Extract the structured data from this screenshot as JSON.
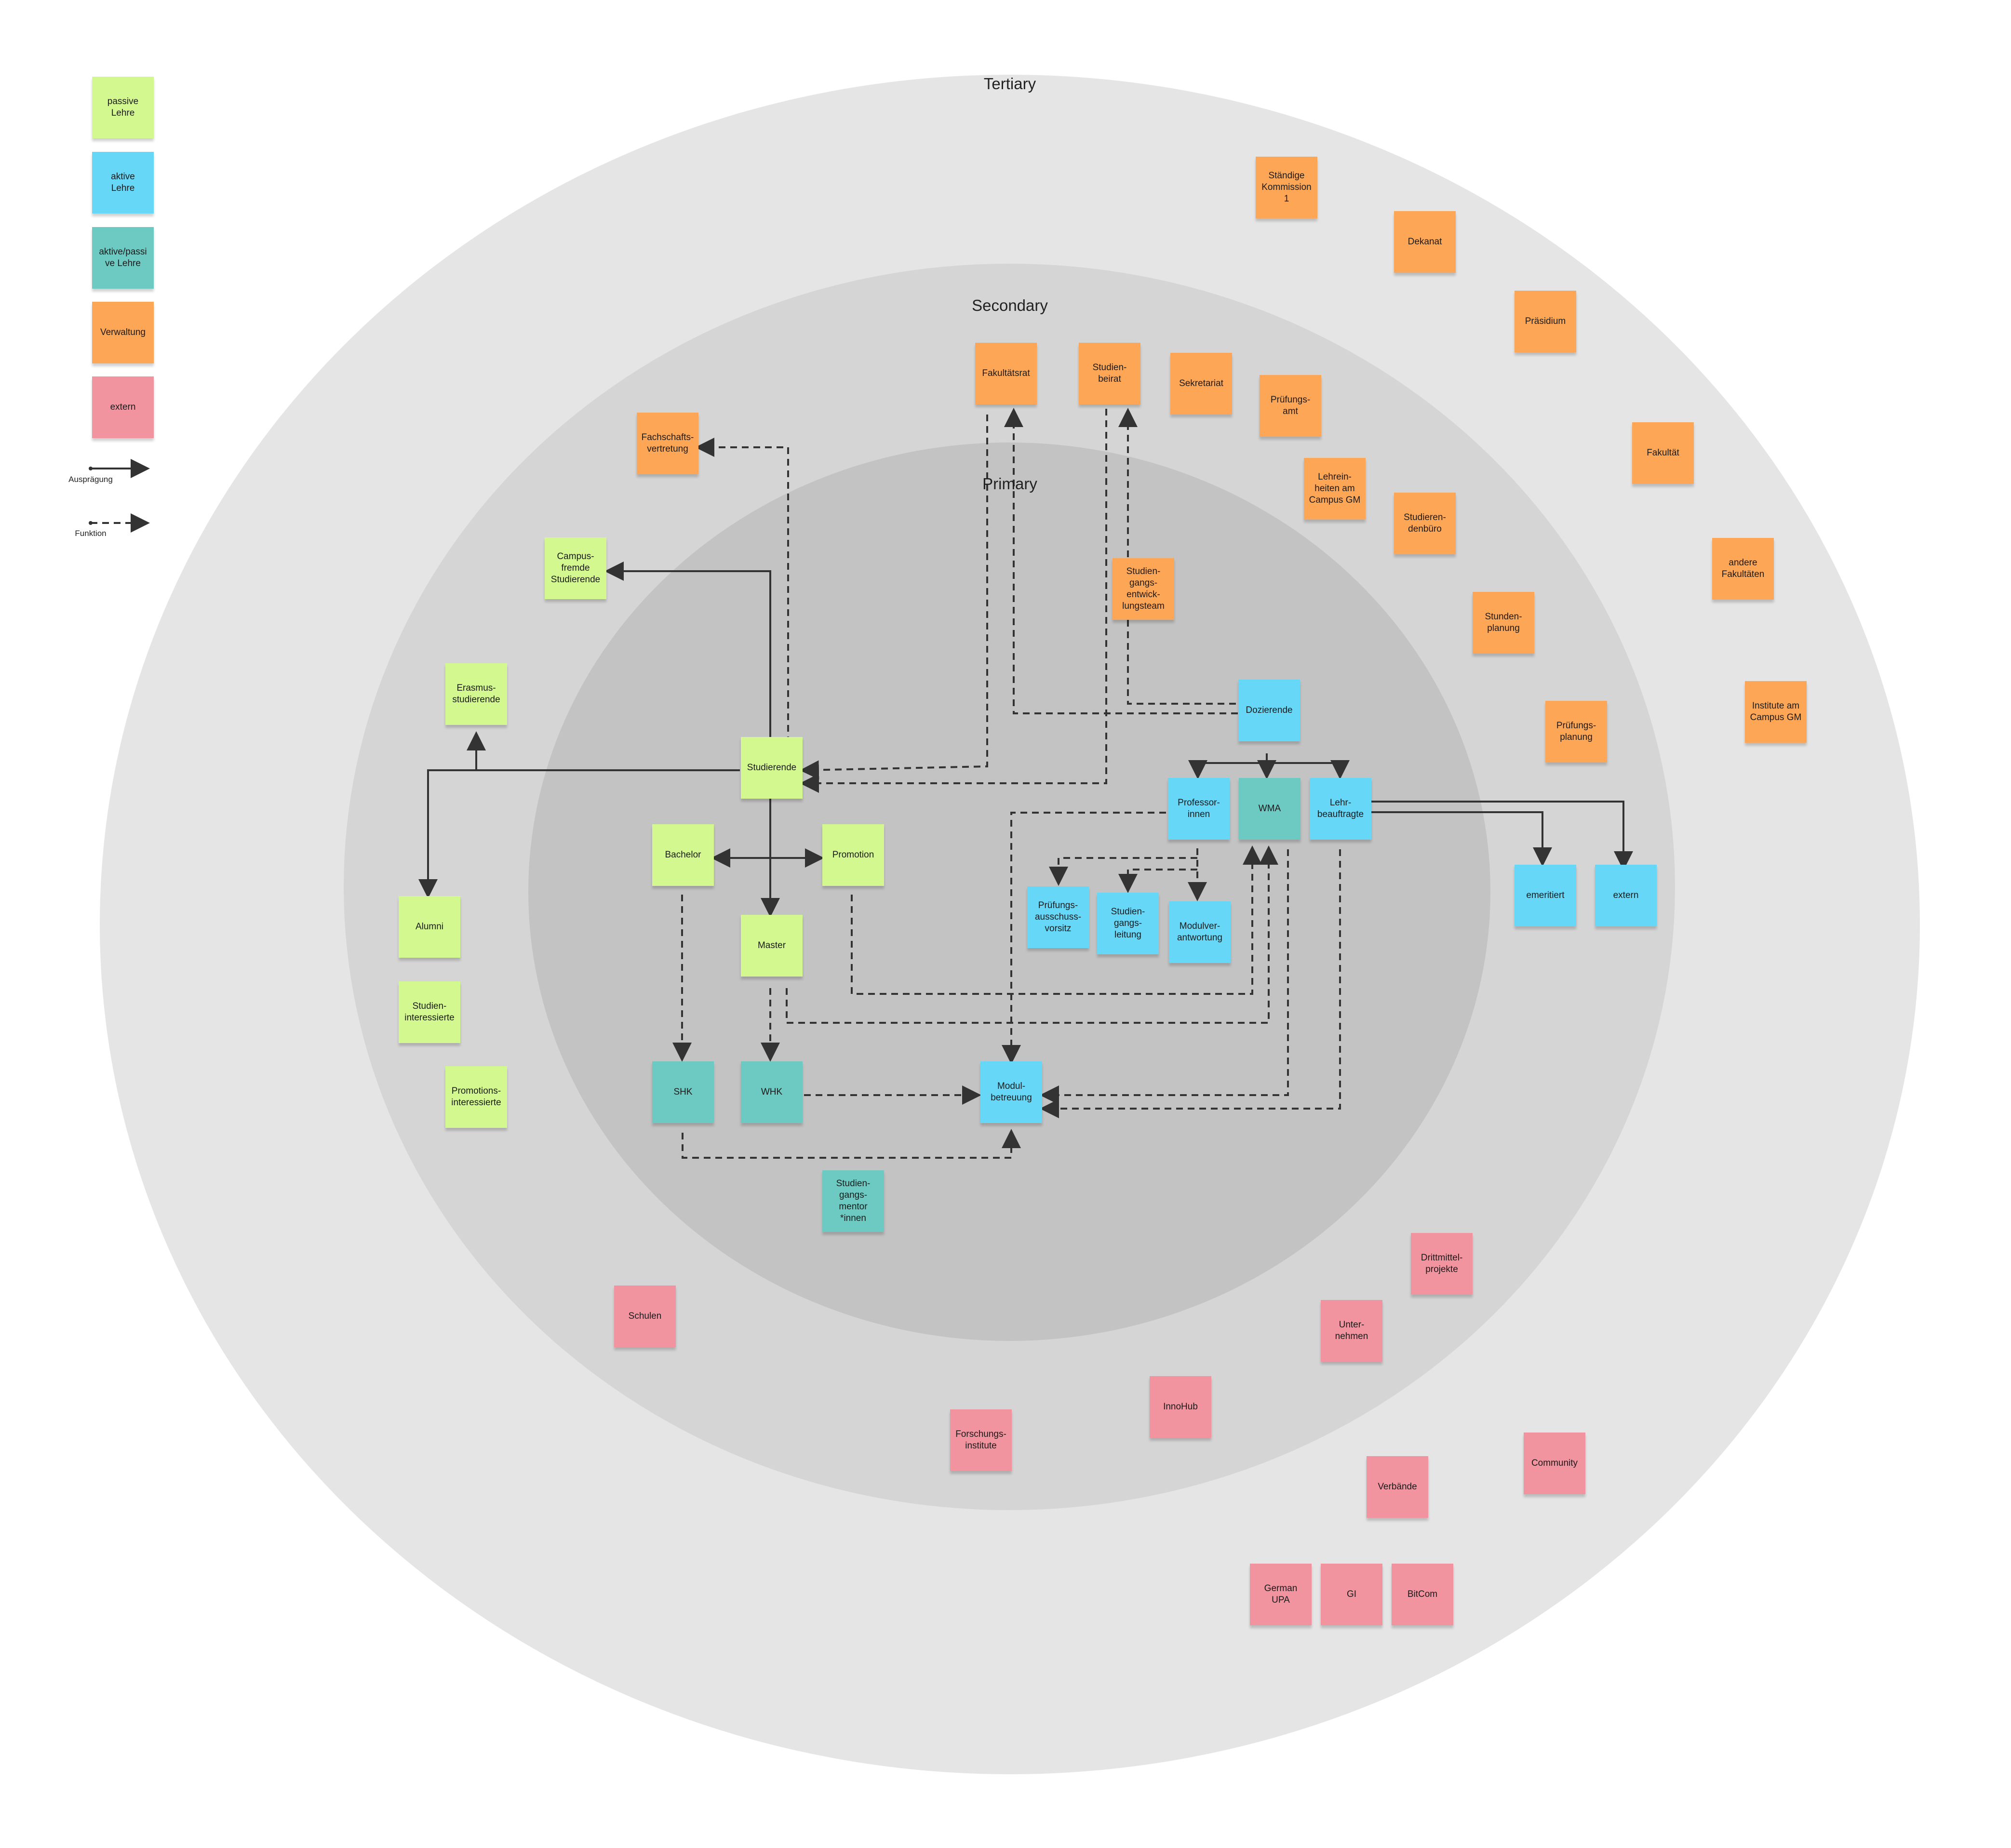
{
  "colors": {
    "passive": "#d3f88f",
    "aktiv": "#67d7f7",
    "mixed": "#6ccac2",
    "verw": "#fda656",
    "extern": "#f1949f",
    "tertiary_ring": "#e5e5e5",
    "secondary_ring": "#d5d5d5",
    "primary_ring": "#c3c3c3",
    "arrow": "#333333"
  },
  "rings": {
    "tertiary": "Tertiary",
    "secondary": "Secondary",
    "primary": "Primary"
  },
  "legend": {
    "passive": "passive\nLehre",
    "aktiv": "aktive\nLehre",
    "mixed": "aktive/passi\nve Lehre",
    "verw": "Verwaltung",
    "extern": "extern",
    "solid_label": "Ausprägung",
    "dashed_label": "Funktion"
  },
  "notes": {
    "staendige_kommission": "Ständige\nKommission\n1",
    "dekanat": "Dekanat",
    "praesidium": "Präsidium",
    "fakultaetsrat": "Fakultätsrat",
    "studienbeirat": "Studien-\nbeirat",
    "sekretariat": "Sekretariat",
    "pruefungsamt": "Prüfungs-\namt",
    "fakultaet": "Fakultät",
    "fachschaftsvertretung": "Fachschafts-\nvertretung",
    "lehreinheiten": "Lehrein-\nheiten am\nCampus GM",
    "studierendenbuero": "Studieren-\ndenbüro",
    "andere_fakultaeten": "andere\nFakultäten",
    "campusfremde": "Campus-\nfremde\nStudierende",
    "sgeteam": "Studien-\ngangs-\nentwick-\nlungsteam",
    "stundenplanung": "Stunden-\nplanung",
    "erasmus": "Erasmus-\nstudierende",
    "dozierende": "Dozierende",
    "pruefungsplanung": "Prüfungs-\nplanung",
    "institute": "Institute am\nCampus GM",
    "studierende": "Studierende",
    "professorinnen": "Professor-\ninnen",
    "wma": "WMA",
    "lehrbeauftragte": "Lehr-\nbeauftragte",
    "bachelor": "Bachelor",
    "promotion": "Promotion",
    "alumni": "Alumni",
    "pav": "Prüfungs-\nausschuss-\nvorsitz",
    "sgl": "Studien-\ngangs-\nleitung",
    "modulverantwortung": "Modulver-\nantwortung",
    "emeritiert": "emeritiert",
    "extern": "extern",
    "master": "Master",
    "studieninteressierte": "Studien-\ninteressierte",
    "shk": "SHK",
    "whk": "WHK",
    "modulbetreuung": "Modul-\nbetreuung",
    "promotionsinteressierte": "Promotions-\ninteressierte",
    "mentorinnen": "Studien-\ngangs-\nmentor\n*innen",
    "drittmittelprojekte": "Drittmittel-\nprojekte",
    "schulen": "Schulen",
    "unternehmen": "Unter-\nnehmen",
    "innohub": "InnoHub",
    "forschungsinstitute": "Forschungs-\ninstitute",
    "community": "Community",
    "verbaende": "Verbände",
    "german_upa": "German\nUPA",
    "gi": "GI",
    "bitcom": "BitCom"
  }
}
